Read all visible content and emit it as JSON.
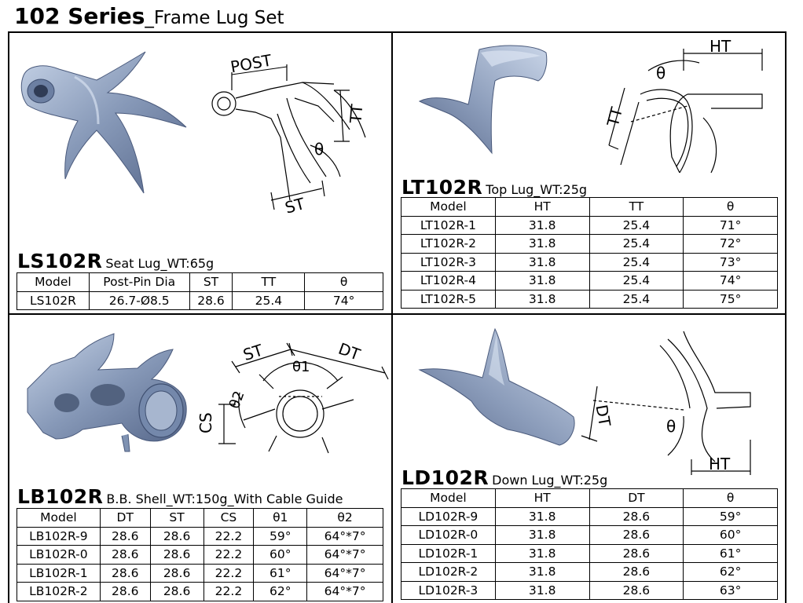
{
  "title": {
    "series": "102 Series",
    "sub": "_Frame Lug Set"
  },
  "colors": {
    "metal_light": "#b8c6dc",
    "metal_mid": "#7f92b2",
    "metal_dark": "#4f5f80"
  },
  "icons": [
    "seat-lug-photo",
    "top-lug-photo",
    "bb-shell-photo",
    "down-lug-photo"
  ],
  "ls": {
    "code": "LS102R",
    "desc": "Seat Lug_WT:65g",
    "dims": {
      "post": "POST",
      "tt": "TT",
      "st": "ST",
      "theta": "θ"
    },
    "headers": [
      "Model",
      "Post-Pin Dia",
      "ST",
      "TT",
      "θ"
    ],
    "rows": [
      [
        "LS102R",
        "26.7-Ø8.5",
        "28.6",
        "25.4",
        "74°"
      ]
    ]
  },
  "lt": {
    "code": "LT102R",
    "desc": "Top Lug_WT:25g",
    "dims": {
      "ht": "HT",
      "tt": "TT",
      "theta": "θ"
    },
    "headers": [
      "Model",
      "HT",
      "TT",
      "θ"
    ],
    "rows": [
      [
        "LT102R-1",
        "31.8",
        "25.4",
        "71°"
      ],
      [
        "LT102R-2",
        "31.8",
        "25.4",
        "72°"
      ],
      [
        "LT102R-3",
        "31.8",
        "25.4",
        "73°"
      ],
      [
        "LT102R-4",
        "31.8",
        "25.4",
        "74°"
      ],
      [
        "LT102R-5",
        "31.8",
        "25.4",
        "75°"
      ]
    ]
  },
  "lb": {
    "code": "LB102R",
    "desc": "B.B. Shell_WT:150g_With Cable Guide",
    "dims": {
      "st": "ST",
      "dt": "DT",
      "cs": "CS",
      "theta1": "θ1",
      "theta2": "θ2"
    },
    "headers": [
      "Model",
      "DT",
      "ST",
      "CS",
      "θ1",
      "θ2"
    ],
    "rows": [
      [
        "LB102R-9",
        "28.6",
        "28.6",
        "22.2",
        "59°",
        "64°*7°"
      ],
      [
        "LB102R-0",
        "28.6",
        "28.6",
        "22.2",
        "60°",
        "64°*7°"
      ],
      [
        "LB102R-1",
        "28.6",
        "28.6",
        "22.2",
        "61°",
        "64°*7°"
      ],
      [
        "LB102R-2",
        "28.6",
        "28.6",
        "22.2",
        "62°",
        "64°*7°"
      ]
    ]
  },
  "ld": {
    "code": "LD102R",
    "desc": "Down Lug_WT:25g",
    "dims": {
      "dt": "DT",
      "ht": "HT",
      "theta": "θ"
    },
    "headers": [
      "Model",
      "HT",
      "DT",
      "θ"
    ],
    "rows": [
      [
        "LD102R-9",
        "31.8",
        "28.6",
        "59°"
      ],
      [
        "LD102R-0",
        "31.8",
        "28.6",
        "60°"
      ],
      [
        "LD102R-1",
        "31.8",
        "28.6",
        "61°"
      ],
      [
        "LD102R-2",
        "31.8",
        "28.6",
        "62°"
      ],
      [
        "LD102R-3",
        "31.8",
        "28.6",
        "63°"
      ]
    ]
  }
}
